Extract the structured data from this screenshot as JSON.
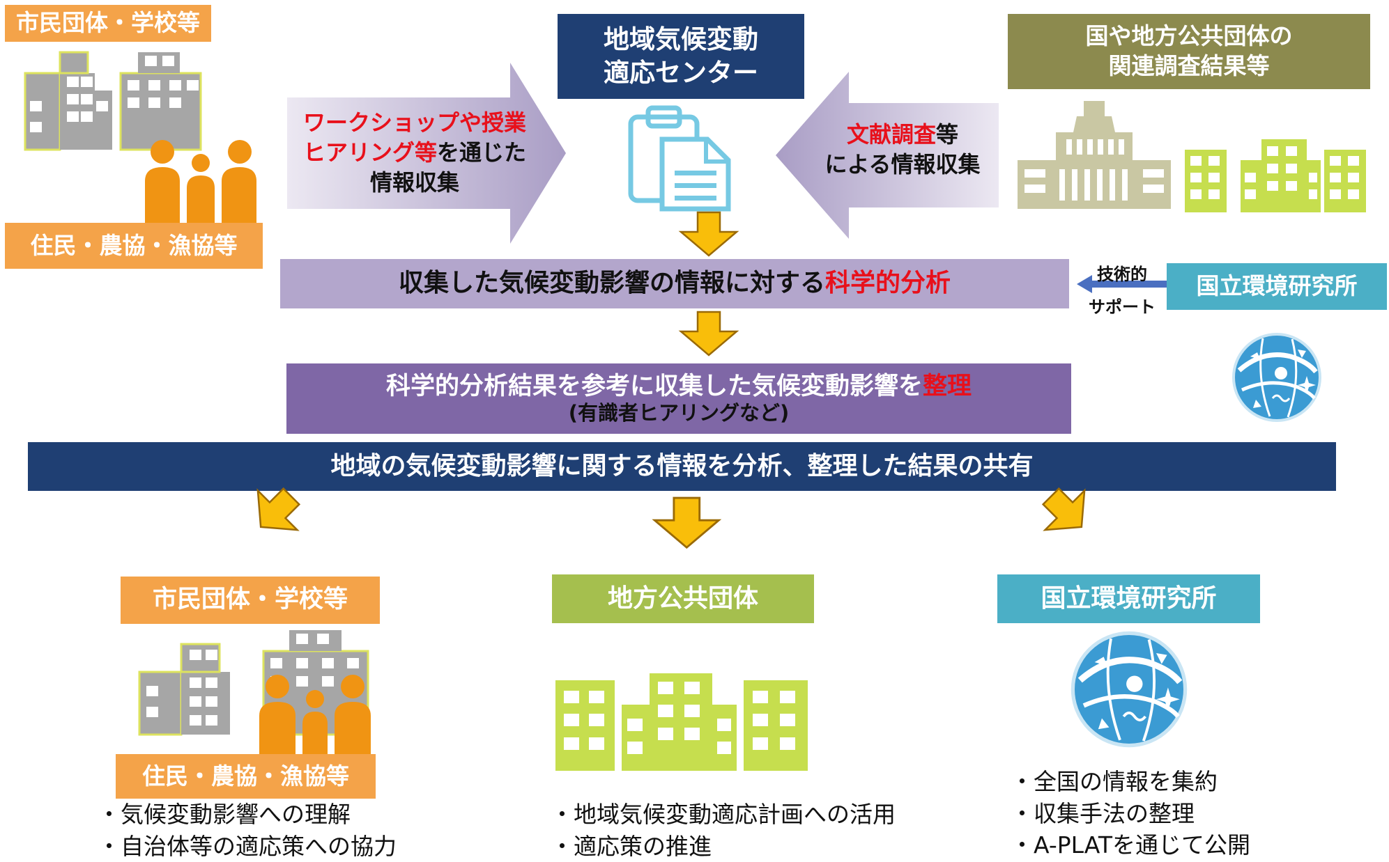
{
  "left_top": {
    "header": "市民団体・学校等",
    "footer": "住民・農協・漁協等"
  },
  "center_top": {
    "line1": "地域気候変動",
    "line2": "適応センター"
  },
  "right_top": {
    "line1": "国や地方公共団体の",
    "line2": "関連調査結果等"
  },
  "left_arrow": {
    "red1": "ワークショップや授業",
    "red2": "ヒアリング等",
    "black2": "を通じた",
    "line3": "情報収集"
  },
  "right_arrow": {
    "red1": "文献調査",
    "black1": "等",
    "line2": "による情報収集"
  },
  "analysis_bar": {
    "text": "収集した気候変動影響の情報に対する",
    "red": "科学的分析"
  },
  "support": {
    "line1": "技術的",
    "line2": "サポート",
    "org": "国立環境研究所"
  },
  "organize_bar": {
    "text": "科学的分析結果を参考に収集した気候変動影響を",
    "red": "整理",
    "sub": "(有識者ヒアリングなど)"
  },
  "share_bar": {
    "text": "地域の気候変動影響に関する情報を分析、整理した結果の共有"
  },
  "bottom_left": {
    "header": "市民団体・学校等",
    "footer": "住民・農協・漁協等",
    "bullets": [
      "・気候変動影響への理解",
      "・自治体等の適応策への協力"
    ]
  },
  "bottom_center": {
    "header": "地方公共団体",
    "bullets": [
      "・地域気候変動適応計画への活用",
      "・適応策の推進"
    ]
  },
  "bottom_right": {
    "header": "国立環境研究所",
    "bullets": [
      "・全国の情報を集約",
      "・収集手法の整理",
      "・A-PLATを通じて公開"
    ]
  },
  "colors": {
    "orange": "#F4A349",
    "navy": "#1F3F73",
    "olive": "#8C8A4E",
    "teal": "#4BAFC6",
    "green": "#A5BF4E",
    "lavender": "#B3A6CC",
    "purple": "#7F67A6",
    "gold": "#F9BE0A",
    "gray": "#A6A6A6",
    "people": "#F09413",
    "red": "#E8101B"
  },
  "icons": [
    "building-icon",
    "people-icon",
    "clipboard-icon",
    "government-building-icon",
    "globe-logo-icon",
    "down-arrow-icon"
  ]
}
